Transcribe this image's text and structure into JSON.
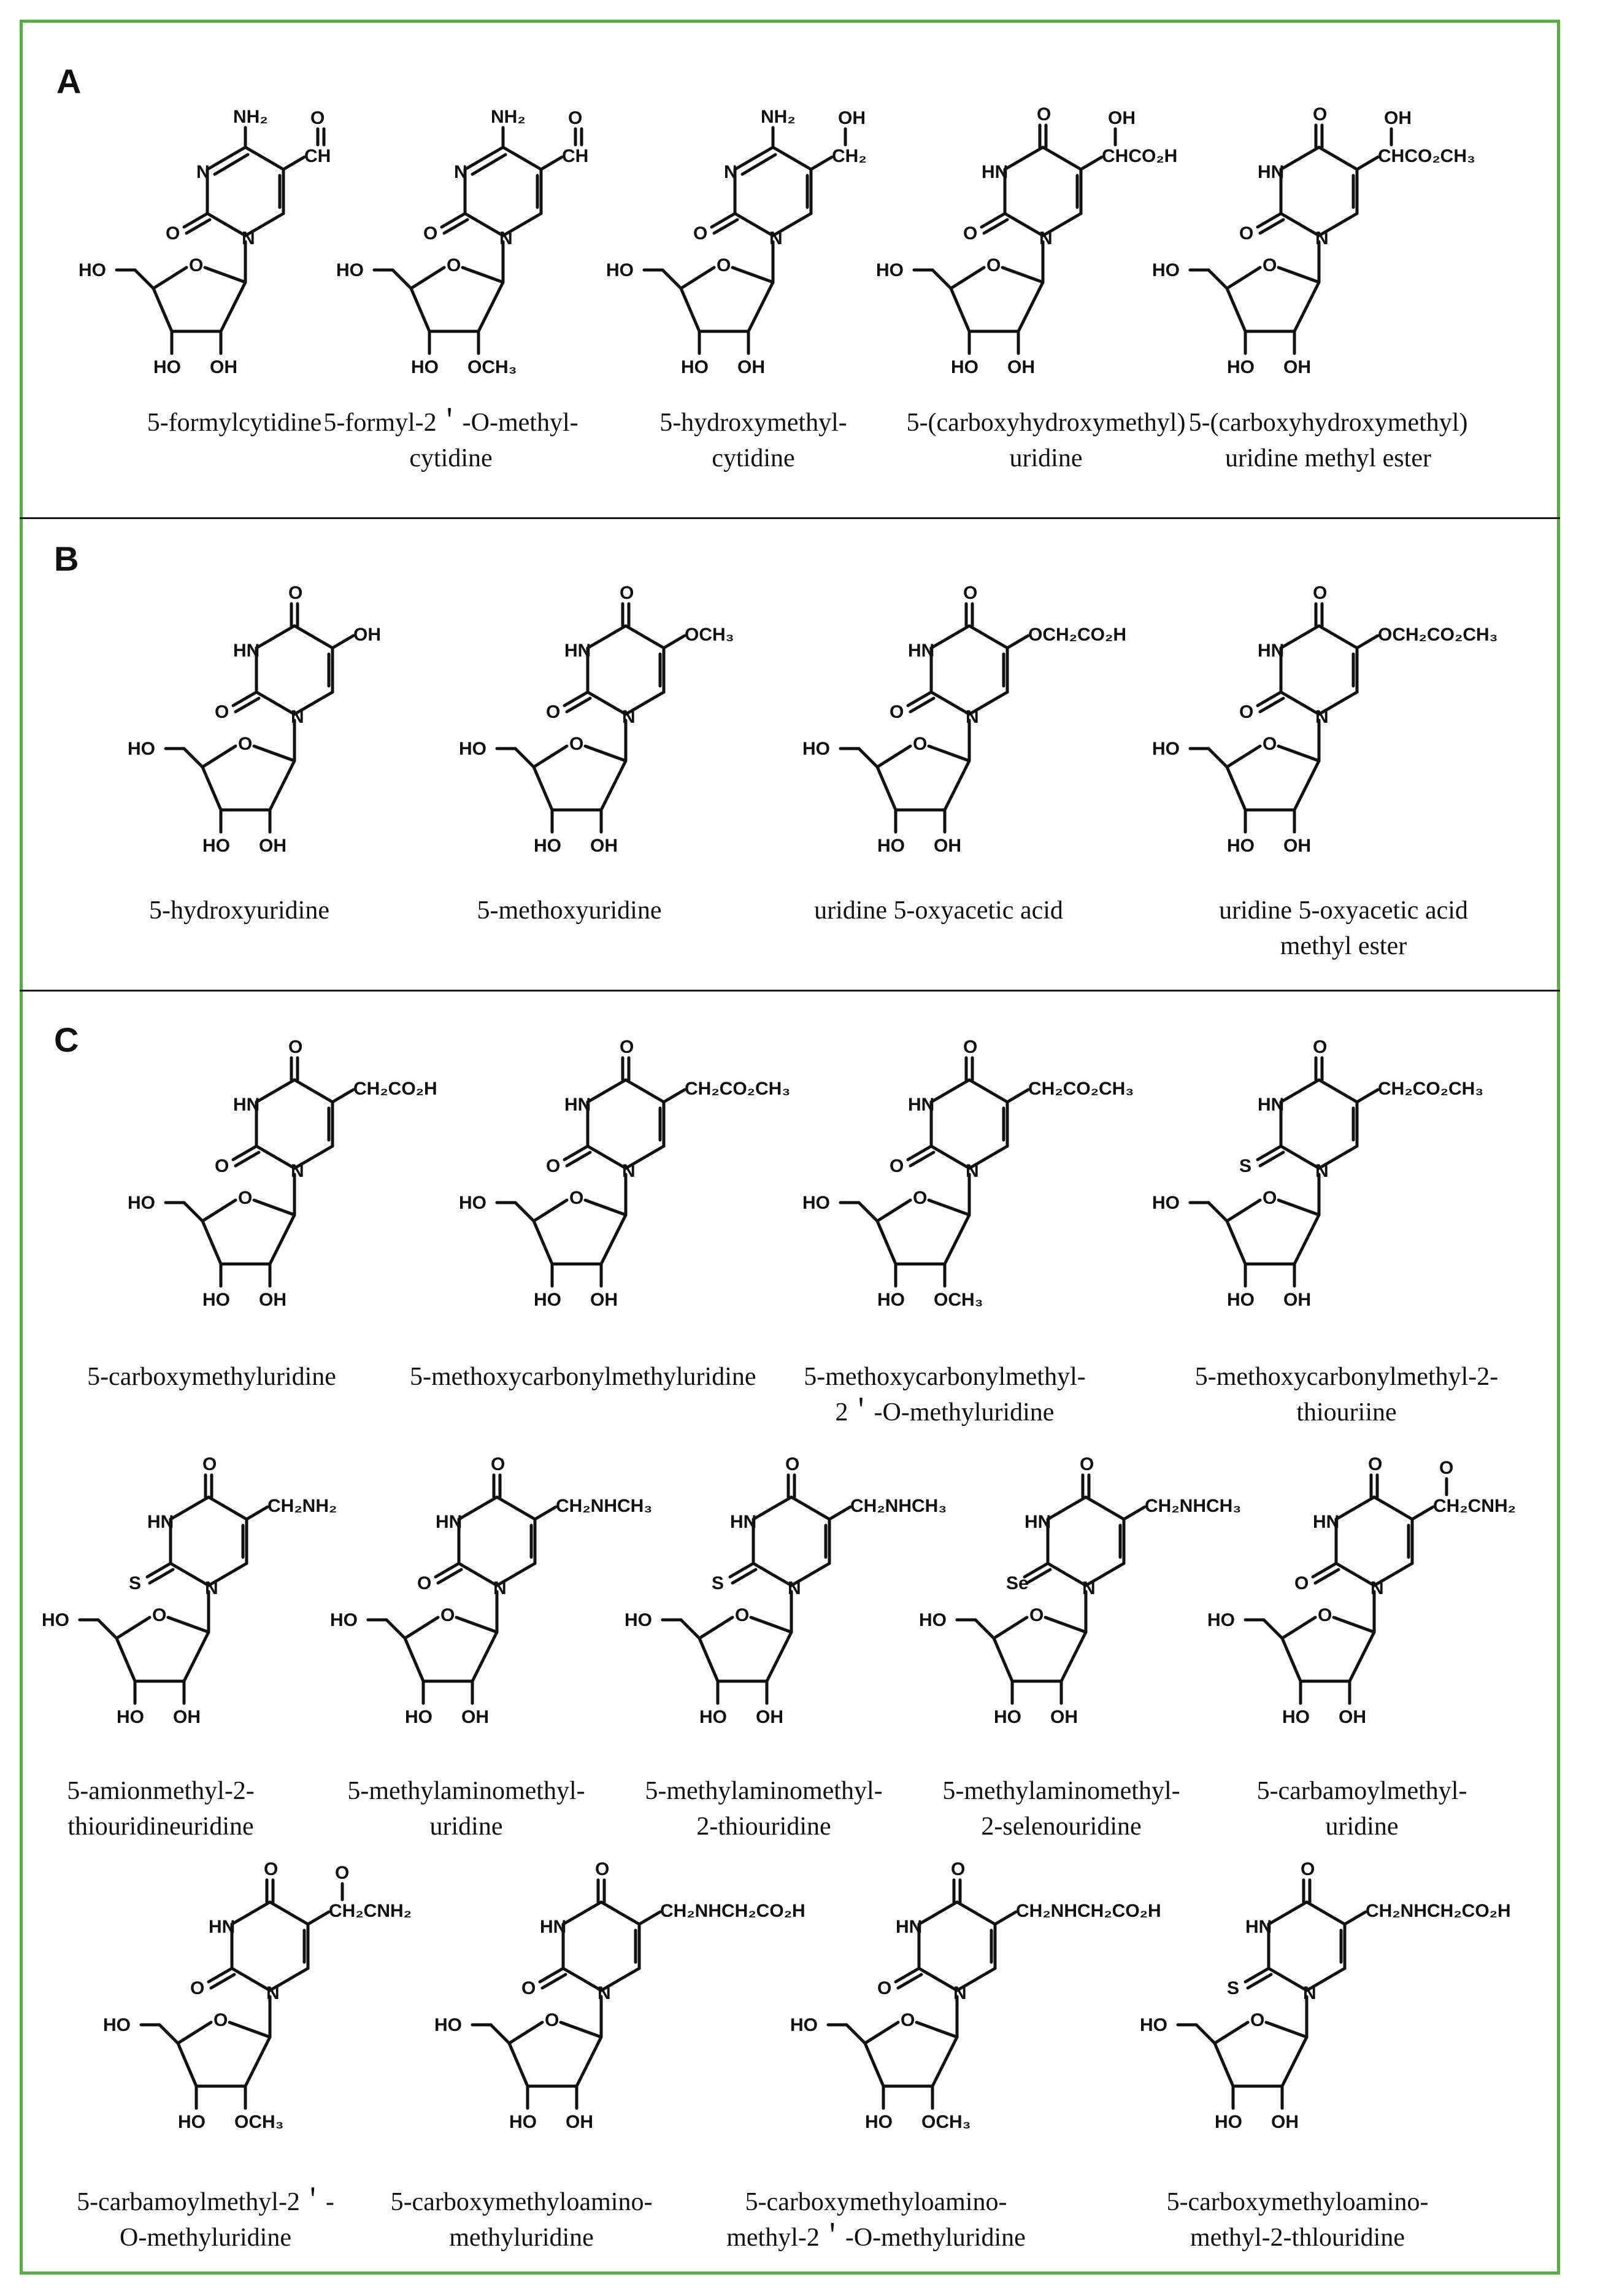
{
  "panels": [
    {
      "id": "A",
      "label": "A"
    },
    {
      "id": "B",
      "label": "B"
    },
    {
      "id": "C",
      "label": "C"
    }
  ],
  "compounds": [
    {
      "panel": "A",
      "base": "cyt",
      "exo": "O",
      "ring2": "N",
      "sub": [
        "CH"
      ],
      "sub_top": "O",
      "sugar2": "OH",
      "name": [
        "5-formylcytidine"
      ]
    },
    {
      "panel": "A",
      "base": "cyt",
      "exo": "O",
      "ring2": "N",
      "sub": [
        "CH"
      ],
      "sub_top": "O",
      "sugar2": "OCH₃",
      "name": [
        "5-formyl-2＇-O-methyl-",
        "cytidine"
      ]
    },
    {
      "panel": "A",
      "base": "cyt",
      "exo": "O",
      "ring2": "N",
      "sub": [
        "CH₂"
      ],
      "sub_top": "OH",
      "sugar2": "OH",
      "name": [
        "5-hydroxymethyl-",
        "cytidine"
      ]
    },
    {
      "panel": "A",
      "base": "uri",
      "exo": "O",
      "ring2": "N",
      "sub": [
        "CHCO₂H"
      ],
      "sub_top": "OH",
      "sugar2": "OH",
      "name": [
        "5-(carboxyhydroxymethyl)",
        "uridine"
      ]
    },
    {
      "panel": "A",
      "base": "uri",
      "exo": "O",
      "ring2": "N",
      "sub": [
        "CHCO₂CH₃"
      ],
      "sub_top": "OH",
      "sugar2": "OH",
      "name": [
        "5-(carboxyhydroxymethyl)",
        "uridine methyl ester"
      ]
    },
    {
      "panel": "B",
      "base": "uri",
      "exo": "O",
      "ring2": "N",
      "sub": [
        "OH"
      ],
      "sub_top": "",
      "sugar2": "OH",
      "name": [
        "5-hydroxyuridine"
      ]
    },
    {
      "panel": "B",
      "base": "uri",
      "exo": "O",
      "ring2": "N",
      "sub": [
        "OCH₃"
      ],
      "sub_top": "",
      "sugar2": "OH",
      "name": [
        "5-methoxyuridine"
      ]
    },
    {
      "panel": "B",
      "base": "uri",
      "exo": "O",
      "ring2": "N",
      "sub": [
        "OCH₂CO₂H"
      ],
      "sub_top": "",
      "sugar2": "OH",
      "name": [
        "uridine 5-oxyacetic acid"
      ]
    },
    {
      "panel": "B",
      "base": "uri",
      "exo": "O",
      "ring2": "N",
      "sub": [
        "OCH₂CO₂CH₃"
      ],
      "sub_top": "",
      "sugar2": "OH",
      "name": [
        "uridine 5-oxyacetic acid",
        "methyl ester"
      ]
    },
    {
      "panel": "C",
      "base": "uri",
      "exo": "O",
      "ring2": "N",
      "sub": [
        "CH₂CO₂H"
      ],
      "sub_top": "",
      "sugar2": "OH",
      "name": [
        "5-carboxymethyluridine"
      ]
    },
    {
      "panel": "C",
      "base": "uri",
      "exo": "O",
      "ring2": "N",
      "sub": [
        "CH₂CO₂CH₃"
      ],
      "sub_top": "",
      "sugar2": "OH",
      "name": [
        "5-methoxycarbonylmethyluridine"
      ]
    },
    {
      "panel": "C",
      "base": "uri",
      "exo": "O",
      "ring2": "N",
      "sub": [
        "CH₂CO₂CH₃"
      ],
      "sub_top": "",
      "sugar2": "OCH₃",
      "name": [
        "5-methoxycarbonylmethyl-",
        "2＇-O-methyluridine"
      ]
    },
    {
      "panel": "C",
      "base": "uri",
      "exo": "S",
      "ring2": "N",
      "sub": [
        "CH₂CO₂CH₃"
      ],
      "sub_top": "",
      "sugar2": "OH",
      "name": [
        "5-methoxycarbonylmethyl-2-",
        "thiouriine"
      ]
    },
    {
      "panel": "C",
      "base": "uri",
      "exo": "S",
      "ring2": "N",
      "sub": [
        "CH₂NH₂"
      ],
      "sub_top": "",
      "sugar2": "OH",
      "name": [
        "5-amionmethyl-2-",
        "thiouridineuridine"
      ]
    },
    {
      "panel": "C",
      "base": "uri",
      "exo": "O",
      "ring2": "N",
      "sub": [
        "CH₂NHCH₃"
      ],
      "sub_top": "",
      "sugar2": "OH",
      "name": [
        "5-methylaminomethyl-",
        "uridine"
      ]
    },
    {
      "panel": "C",
      "base": "uri",
      "exo": "S",
      "ring2": "N",
      "sub": [
        "CH₂NHCH₃"
      ],
      "sub_top": "",
      "sugar2": "OH",
      "name": [
        "5-methylaminomethyl-",
        "2-thiouridine"
      ]
    },
    {
      "panel": "C",
      "base": "uri",
      "exo": "Se",
      "ring2": "N",
      "sub": [
        "CH₂NHCH₃"
      ],
      "sub_top": "",
      "sugar2": "OH",
      "name": [
        "5-methylaminomethyl-",
        "2-selenouridine"
      ]
    },
    {
      "panel": "C",
      "base": "uri",
      "exo": "O",
      "ring2": "N",
      "sub": [
        "CH₂CNH₂"
      ],
      "sub_top": "O",
      "sugar2": "OH",
      "name": [
        "5-carbamoylmethyl-",
        "uridine"
      ]
    },
    {
      "panel": "C",
      "base": "uri",
      "exo": "O",
      "ring2": "N",
      "sub": [
        "CH₂CNH₂"
      ],
      "sub_top": "O",
      "sugar2": "OCH₃",
      "name": [
        "5-carbamoylmethyl-2＇-",
        "O-methyluridine"
      ]
    },
    {
      "panel": "C",
      "base": "uri",
      "exo": "O",
      "ring2": "N",
      "sub": [
        "CH₂NHCH₂CO₂H"
      ],
      "sub_top": "",
      "sugar2": "OH",
      "name": [
        "5-carboxymethyloamino-",
        "methyluridine"
      ]
    },
    {
      "panel": "C",
      "base": "uri",
      "exo": "O",
      "ring2": "N",
      "sub": [
        "CH₂NHCH₂CO₂H"
      ],
      "sub_top": "",
      "sugar2": "OCH₃",
      "name": [
        "5-carboxymethyloamino-",
        "methyl-2＇-O-methyluridine"
      ]
    },
    {
      "panel": "C",
      "base": "uri",
      "exo": "S",
      "ring2": "N",
      "sub": [
        "CH₂NHCH₂CO₂H"
      ],
      "sub_top": "",
      "sugar2": "OH",
      "name": [
        "5-carboxymethyloamino-",
        "methyl-2-thlouridine"
      ]
    }
  ],
  "atoms": {
    "ring_n": "N",
    "ring_hn": "HN",
    "ring_o4": "O",
    "nh2": "NH₂",
    "ho5": "HO",
    "ho3": "HO"
  }
}
